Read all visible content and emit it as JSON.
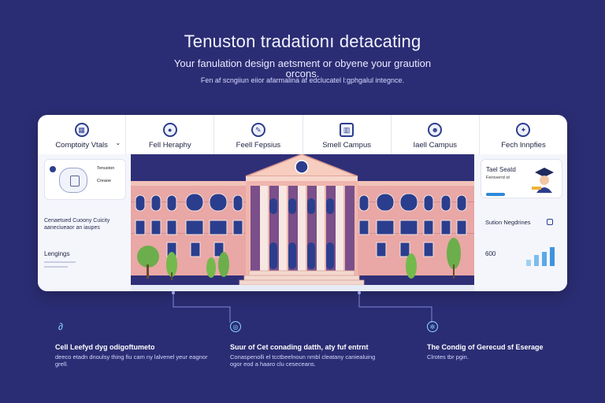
{
  "hero": {
    "title": "Tenuston tradationı detacating",
    "subtitle": "Your fanulation design aetsment or obyene your graution orcons.",
    "note": "Fen af scngiiun eiior afarmalina af edclucatel l:gphgalul integnce."
  },
  "tabs": [
    {
      "label": "Comptoity Vtals",
      "icon": "grid-icon",
      "has_chevron": true
    },
    {
      "label": "Fell Heraphy",
      "icon": "user-icon"
    },
    {
      "label": "Feell Fepsius",
      "icon": "pencil-icon"
    },
    {
      "label": "Smell Campus",
      "icon": "building-icon"
    },
    {
      "label": "Iaell Campus",
      "icon": "people-icon"
    },
    {
      "label": "Fech lnnpfies",
      "icon": "settings-icon"
    }
  ],
  "left_panel": {
    "card1_line1": "Tenuston",
    "card1_line2": "Creaoe",
    "card2_text": "Cenaetued Cuoony Cuicity",
    "card2_text2": "aaneciueaor an iaupes",
    "card3_title": "Lengings"
  },
  "right_panel": {
    "card1_title": "Tael Seatd",
    "card1_sub": "Feroverrd ot",
    "card2_title": "Sution Negdrines",
    "card3_title": "600"
  },
  "features": [
    {
      "icon": "link-icon",
      "title": "Cell Leefyd dyg odigoftumeto",
      "desc": "deeco etadn dnoulsy thing fiu cam ny lalvenel yeur eagnor grell."
    },
    {
      "icon": "target-icon",
      "title": "Suur of Cet conading datth, aty fuf entrnt",
      "desc": "Conaspenolli el tcctbeelnoun nmbl cleatany caniealuing ogor eod a haaro clu ceseceans."
    },
    {
      "icon": "gear-icon",
      "title": "The Condig of Gerecud sf Eserage",
      "desc": "Clrotes tbr pgin."
    }
  ],
  "colors": {
    "background": "#2b2d74",
    "panel": "#ffffff",
    "accent": "#86d8ff",
    "building_wall": "#e8a8a8",
    "building_trim": "#7a4f8a"
  }
}
